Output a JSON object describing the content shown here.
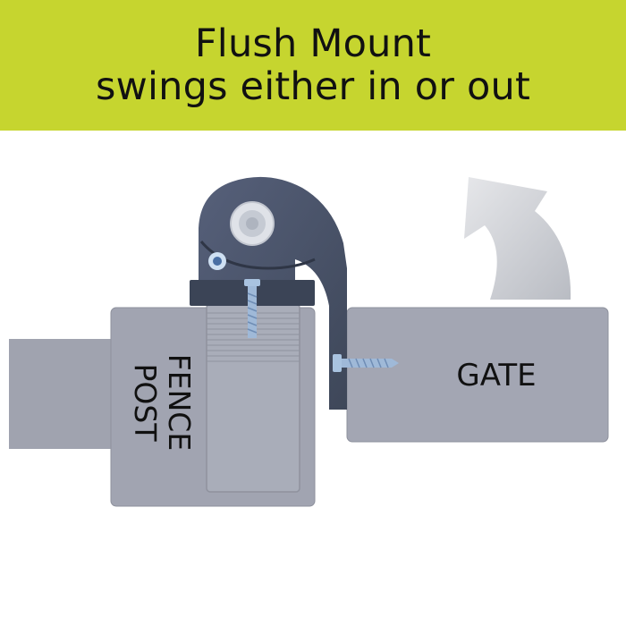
{
  "banner": {
    "line1": "Flush Mount",
    "line2": "swings either in or out",
    "background": "#c6d52f"
  },
  "labels": {
    "fence_line1": "FENCE",
    "fence_line2": "POST",
    "gate": "GATE"
  },
  "colors": {
    "post": "#a1a4b1",
    "post_inner": "#a9adb9",
    "rail": "#a0a3af",
    "gate": "#a3a6b3",
    "hinge": "#4b5568",
    "hinge_dark": "#3b4456",
    "screw": "#9fb9d8",
    "arrow": "#cfd1d6"
  },
  "icons": {
    "swing_arrow": "curved-arrow-icon",
    "screw": "screw-icon",
    "bolt": "bolt-icon"
  }
}
